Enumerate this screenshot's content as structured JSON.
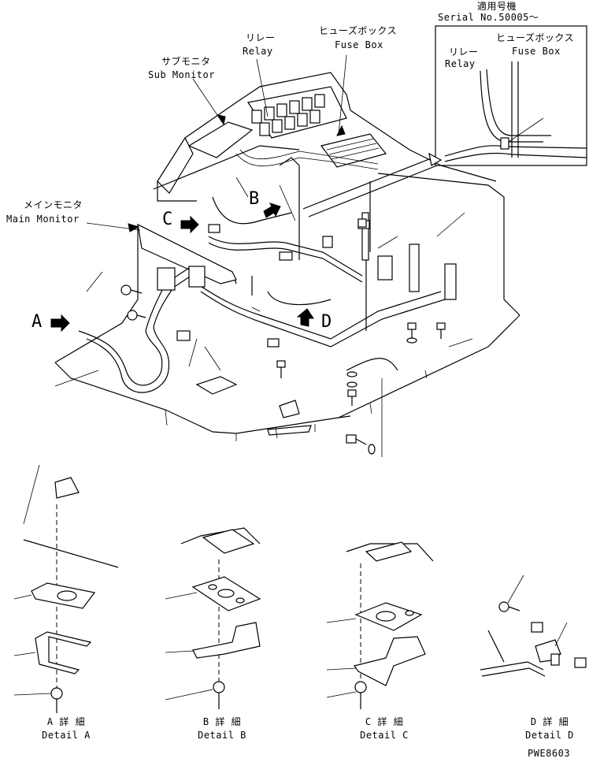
{
  "applicable_serial": {
    "jp": "適用号機",
    "en": "Serial No.50005～"
  },
  "callouts": {
    "sub_monitor": {
      "jp": "サブモニタ",
      "en": "Sub Monitor"
    },
    "relay": {
      "jp": "リレー",
      "en": "Relay"
    },
    "fuse_box": {
      "jp": "ヒューズボックス",
      "en": "Fuse Box"
    },
    "main_monitor": {
      "jp": "メインモニタ",
      "en": "Main Monitor"
    }
  },
  "inset": {
    "relay": {
      "jp": "リレー",
      "en": "Relay"
    },
    "fuse_box": {
      "jp": "ヒューズボックス",
      "en": "Fuse Box"
    }
  },
  "view_arrows": {
    "a": "A",
    "b": "B",
    "c": "C",
    "d": "D"
  },
  "details": [
    {
      "jp": "A 詳 細",
      "en": "Detail A"
    },
    {
      "jp": "B 詳 細",
      "en": "Detail B"
    },
    {
      "jp": "C 詳 細",
      "en": "Detail C"
    },
    {
      "jp": "D 詳 細",
      "en": "Detail D"
    }
  ],
  "drawing_number": "PWE8603"
}
